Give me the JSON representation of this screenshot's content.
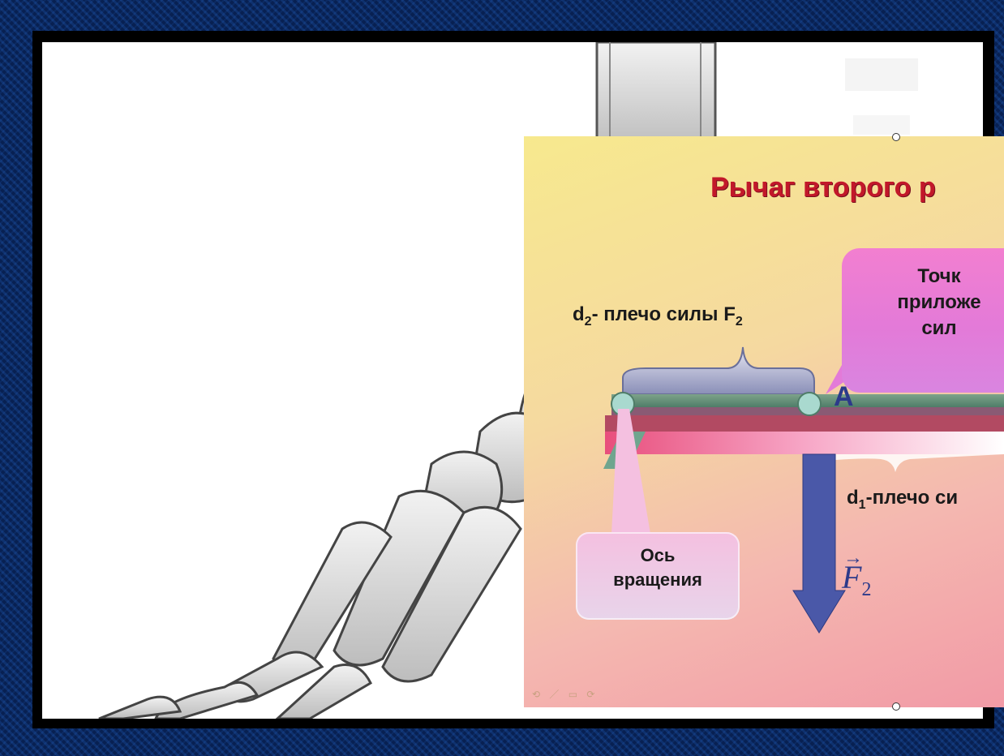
{
  "slide": {
    "title": "Рычаг второго р",
    "arm_d2": {
      "prefix": "d",
      "sub1": "2",
      "middle": "- плечо силы F",
      "sub2": "2"
    },
    "arm_d1": {
      "prefix": "d",
      "sub1": "1",
      "rest": "-плечо си"
    },
    "point_a": "A",
    "callout_point": [
      "Точк",
      "приложе",
      "сил"
    ],
    "callout_axis": [
      "Ось",
      "вращения"
    ],
    "force_label": {
      "letter": "F",
      "sub": "2"
    }
  },
  "colors": {
    "title_red": "#c2182a",
    "force_arrow": "#4a58a8",
    "pivot": "#a9d9cf",
    "frame_bg": "#0b2e66"
  },
  "icons": [
    "foot-skeleton-illustration",
    "lever-diagram",
    "force-arrow-icon",
    "pivot-circle-icon"
  ]
}
